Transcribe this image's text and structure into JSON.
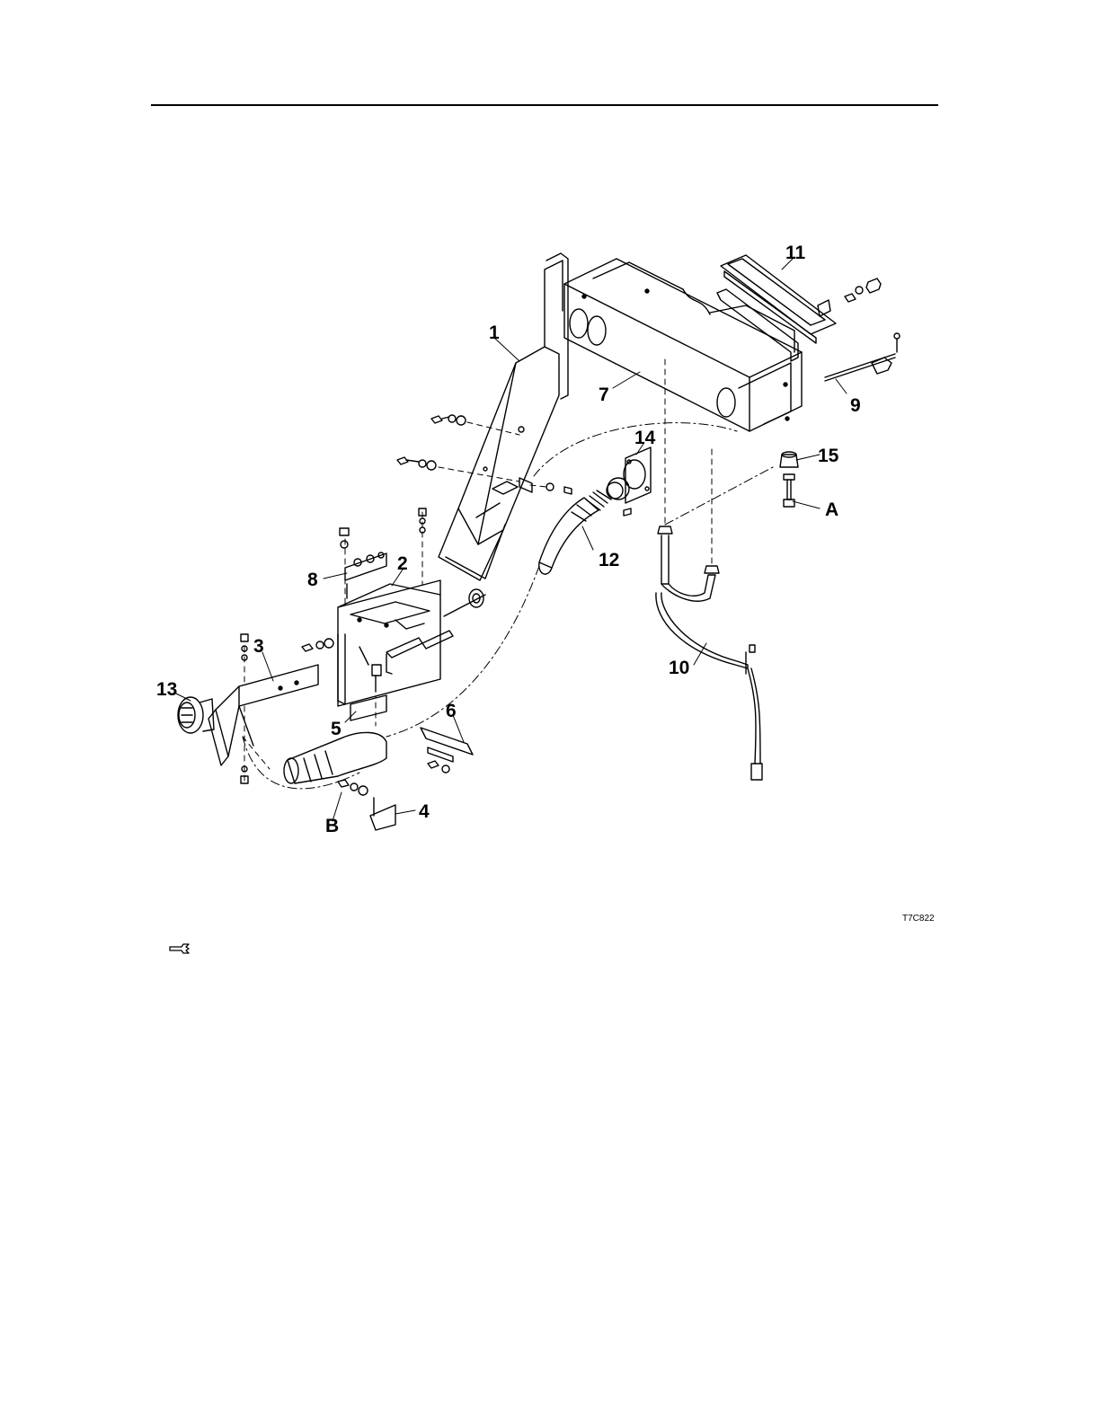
{
  "figure": {
    "id_label": "T7C822",
    "callouts": [
      {
        "id": "c1",
        "text": "1"
      },
      {
        "id": "c2",
        "text": "2"
      },
      {
        "id": "c3",
        "text": "3"
      },
      {
        "id": "c4",
        "text": "4"
      },
      {
        "id": "c5",
        "text": "5"
      },
      {
        "id": "c6",
        "text": "6"
      },
      {
        "id": "c7",
        "text": "7"
      },
      {
        "id": "c8",
        "text": "8"
      },
      {
        "id": "c9",
        "text": "9"
      },
      {
        "id": "c10",
        "text": "10"
      },
      {
        "id": "c11",
        "text": "11"
      },
      {
        "id": "c12",
        "text": "12"
      },
      {
        "id": "c13",
        "text": "13"
      },
      {
        "id": "c14",
        "text": "14"
      },
      {
        "id": "c15",
        "text": "15"
      },
      {
        "id": "cA",
        "text": "A"
      },
      {
        "id": "cB",
        "text": "B"
      }
    ]
  },
  "footer": {
    "icon": "wrench-icon"
  }
}
